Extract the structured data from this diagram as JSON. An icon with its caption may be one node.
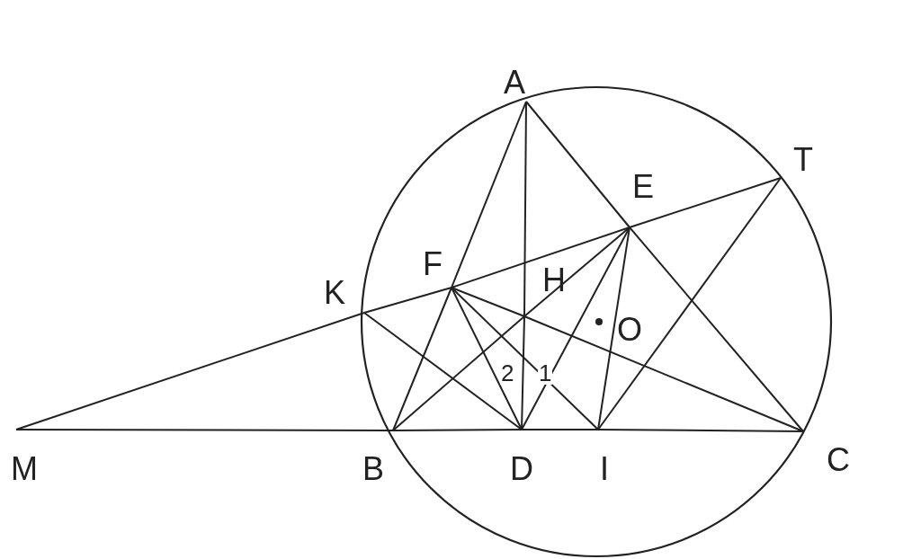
{
  "diagram": {
    "nodes": [
      {
        "text": [
          "A"
        ]
      },
      {
        "text": [
          "T"
        ]
      },
      {
        "text": [
          "E"
        ]
      },
      {
        "text": [
          "K"
        ]
      },
      {
        "text": [
          "F"
        ]
      },
      {
        "text": [
          "H"
        ]
      },
      {
        "text": [
          "O"
        ]
      },
      {
        "text": [
          "M"
        ]
      },
      {
        "text": [
          "B"
        ]
      },
      {
        "text": [
          "D"
        ]
      },
      {
        "text": [
          "I"
        ]
      },
      {
        "text": [
          "C"
        ]
      }
    ],
    "edges": [
      {
        "from": 7,
        "to": 3,
        "arrow": "none"
      },
      {
        "from": 3,
        "to": 4,
        "arrow": "none"
      },
      {
        "from": 4,
        "to": 2,
        "arrow": "none"
      },
      {
        "from": 2,
        "to": 1,
        "arrow": "none"
      },
      {
        "from": 0,
        "to": 4,
        "arrow": "none"
      },
      {
        "from": 4,
        "to": 8,
        "arrow": "none"
      },
      {
        "from": 0,
        "to": 2,
        "arrow": "none"
      },
      {
        "from": 2,
        "to": 11,
        "arrow": "none"
      },
      {
        "from": 0,
        "to": 5,
        "arrow": "none"
      },
      {
        "from": 5,
        "to": 9,
        "arrow": "none"
      },
      {
        "from": 7,
        "to": 8,
        "arrow": "none"
      },
      {
        "from": 8,
        "to": 9,
        "arrow": "none"
      },
      {
        "from": 9,
        "to": 10,
        "arrow": "none"
      },
      {
        "from": 10,
        "to": 11,
        "arrow": "none"
      },
      {
        "from": 4,
        "to": 5,
        "arrow": "none"
      },
      {
        "from": 5,
        "to": 11,
        "arrow": "none"
      },
      {
        "from": 8,
        "to": 5,
        "arrow": "none"
      },
      {
        "from": 5,
        "to": 2,
        "arrow": "none"
      },
      {
        "from": 4,
        "to": 9,
        "arrow": "none"
      },
      {
        "from": 4,
        "to": 10,
        "arrow": "none"
      },
      {
        "from": 2,
        "to": 9,
        "arrow": "none"
      },
      {
        "from": 2,
        "to": 10,
        "arrow": "none"
      },
      {
        "from": 3,
        "to": 9,
        "arrow": "none"
      },
      {
        "from": 10,
        "to": 1,
        "arrow": "none"
      }
    ],
    "labels": [
      "2",
      "1"
    ]
  }
}
